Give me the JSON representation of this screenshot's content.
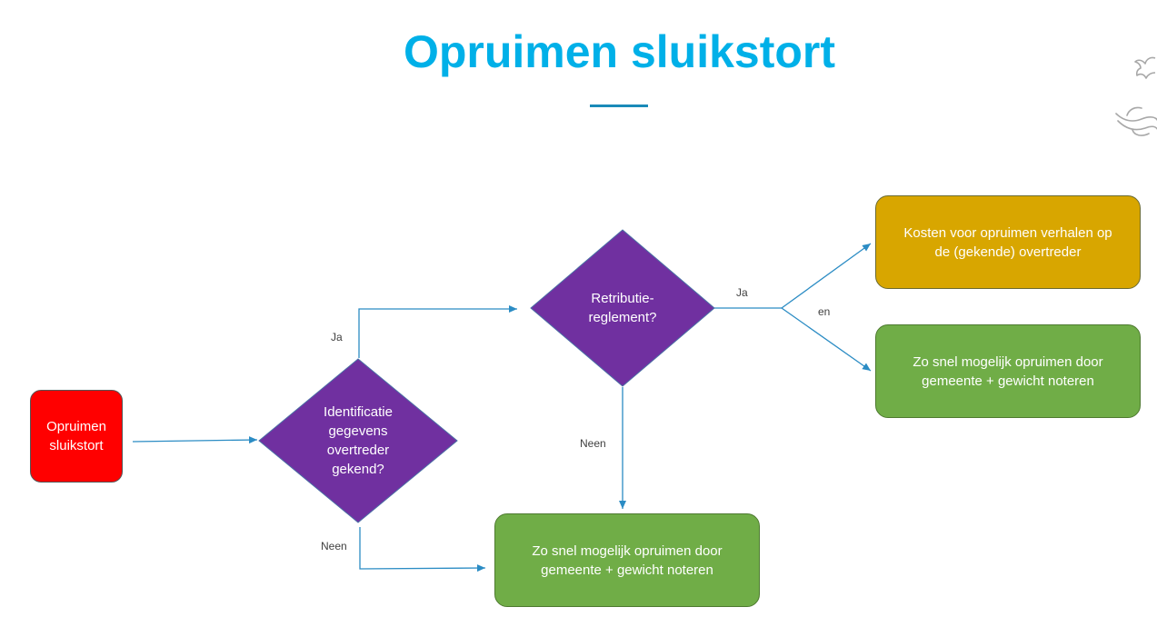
{
  "slide": {
    "title": "Opruimen sluikstort"
  },
  "nodes": {
    "start": "Opruimen\nsluikstort",
    "identification": "Identificatie\ngegevens\novertreder\ngekend?",
    "retributie": "Retributie-\nreglement?",
    "cost_recovery": "Kosten voor opruimen verhalen op\nde (gekende) overtreder",
    "clean_top": "Zo snel mogelijk opruimen door\ngemeente + gewicht noteren",
    "clean_bottom": "Zo snel mogelijk opruimen door\ngemeente + gewicht noteren"
  },
  "edges": {
    "identification_yes": "Ja",
    "identification_no": "Neen",
    "retributie_yes": "Ja",
    "retributie_no": "Neen",
    "branch_and": "en"
  },
  "colors": {
    "title": "#00b0e8",
    "start": "#ff0000",
    "decision": "#7030a0",
    "cost": "#d8a600",
    "action": "#70ad47",
    "connector": "#2b8cc4"
  },
  "icons": [
    "bird-icon",
    "leaf-icon"
  ]
}
